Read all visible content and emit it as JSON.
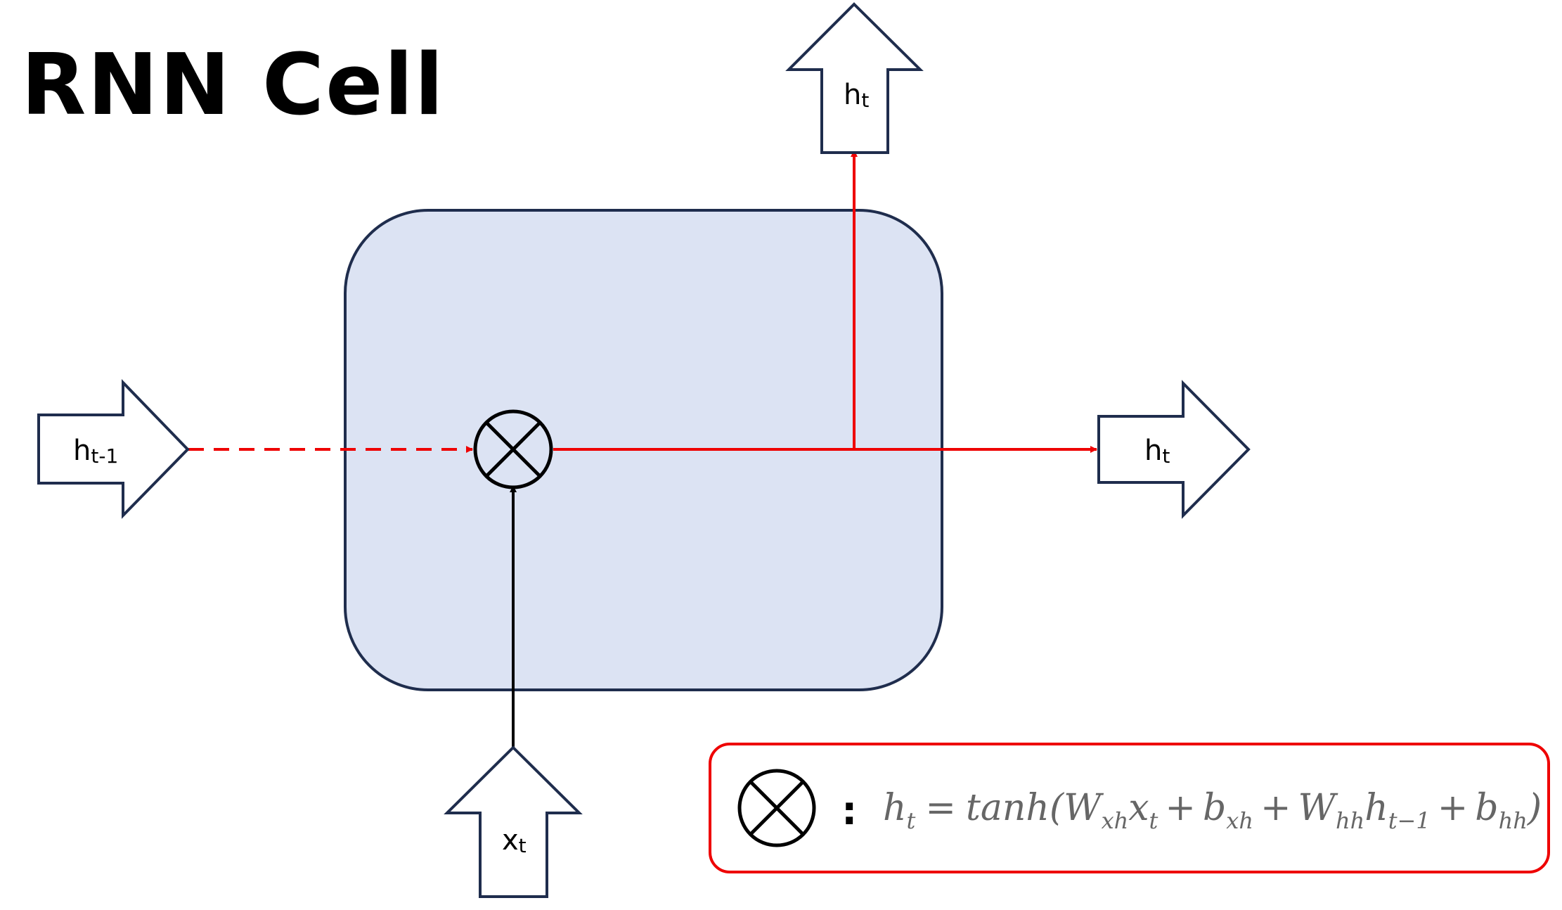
{
  "title": "RNN Cell",
  "labels": {
    "input_prev_hidden": {
      "base": "h",
      "sub": "t-1"
    },
    "input_x": {
      "base": "x",
      "sub": "t"
    },
    "output_top": {
      "base": "h",
      "sub": "t"
    },
    "output_right": {
      "base": "h",
      "sub": "t"
    }
  },
  "legend": {
    "separator": ":",
    "formula": {
      "lhs": "h",
      "lhs_sub": "t",
      "eq": "=",
      "fn": "tanh(",
      "w1": "W",
      "w1_sub": "xh",
      "x": "x",
      "x_sub": "t",
      "plus1": "+",
      "b1": "b",
      "b1_sub": "xh",
      "plus2": "+",
      "w2": "W",
      "w2_sub": "hh",
      "h": "h",
      "h_sub": "t−1",
      "plus3": "+",
      "b2": "b",
      "b2_sub": "hh",
      "close": ")"
    }
  },
  "colors": {
    "cell_fill": "#dce3f3",
    "cell_stroke": "#1f2d4d",
    "arrow_stroke": "#1f2d4d",
    "flow_red": "#ee0000",
    "flow_black": "#000000",
    "legend_border": "#ee0000",
    "formula_text": "#666666"
  },
  "icons": {
    "operator": "circled-times-icon"
  }
}
